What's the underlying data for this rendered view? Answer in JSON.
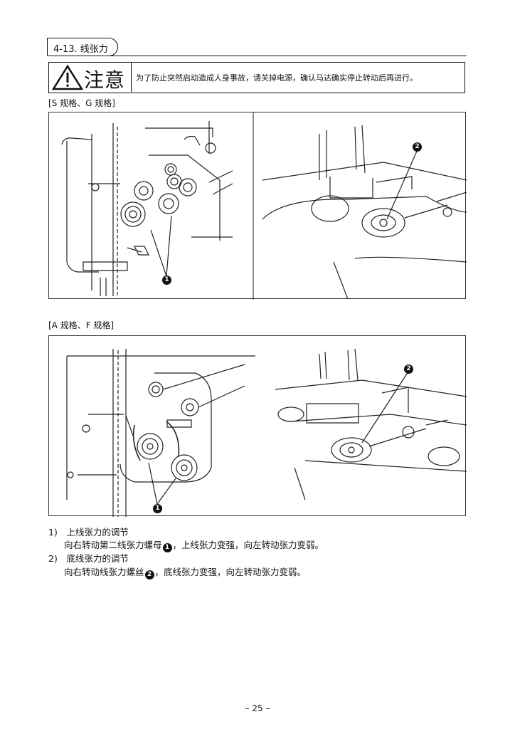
{
  "section": {
    "title": "4-13. 线张力"
  },
  "caution": {
    "label": "注意",
    "text": "为了防止突然启动造成人身事故，请关掉电源，确认马达确实停止转动后再进行。"
  },
  "figures": [
    {
      "spec_label": "[S 规格、G 规格]",
      "callout_left": "1",
      "callout_right": "2"
    },
    {
      "spec_label": "[A 规格、F 规格]",
      "callout_left": "1",
      "callout_right": "2"
    }
  ],
  "instructions": [
    {
      "heading": "1)　上线张力的调节",
      "body_pre": "向右转动第二线张力螺母",
      "badge": "1",
      "body_post": "，上线张力变强，向左转动张力变弱。"
    },
    {
      "heading": "2)　底线张力的调节",
      "body_pre": "向右转动线张力螺丝",
      "badge": "2",
      "body_post": "，底线张力变强，向左转动张力变弱。"
    }
  ],
  "page_number": "– 25 –"
}
